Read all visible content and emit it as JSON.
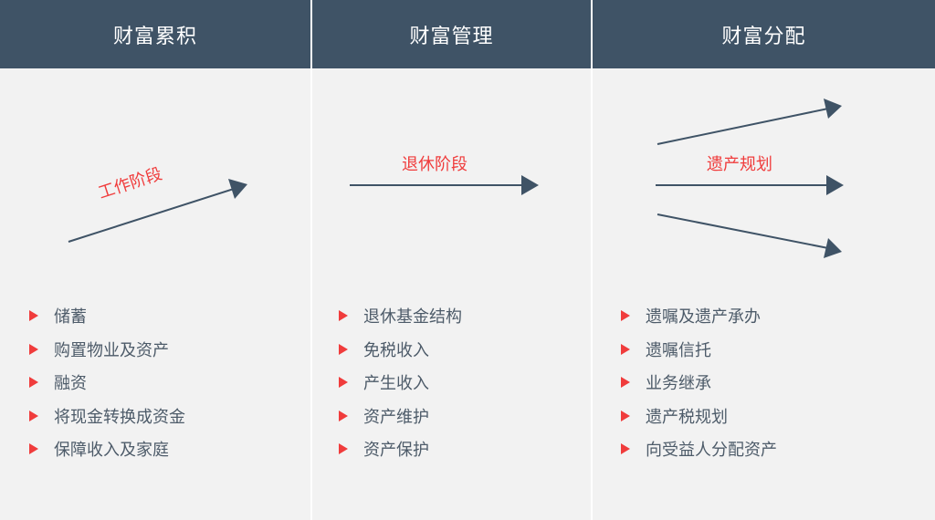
{
  "columns": [
    {
      "title": "财富累积",
      "stage": "工作阶段",
      "items": [
        "储蓄",
        "购置物业及资产",
        "融资",
        "将现金转换成资金",
        "保障收入及家庭"
      ]
    },
    {
      "title": "财富管理",
      "stage": "退休阶段",
      "items": [
        "退休基金结构",
        "免税收入",
        "产生收入",
        "资产维护",
        "资产保护"
      ]
    },
    {
      "title": "财富分配",
      "stage": "遗产规划",
      "items": [
        "遗嘱及遗产承办",
        "遗嘱信托",
        "业务继承",
        "遗产税规划",
        "向受益人分配资产"
      ]
    }
  ],
  "colors": {
    "header": "#3f5366",
    "accent": "#f03c3c",
    "arrow": "#3f5366",
    "background": "#f2f2f2"
  }
}
